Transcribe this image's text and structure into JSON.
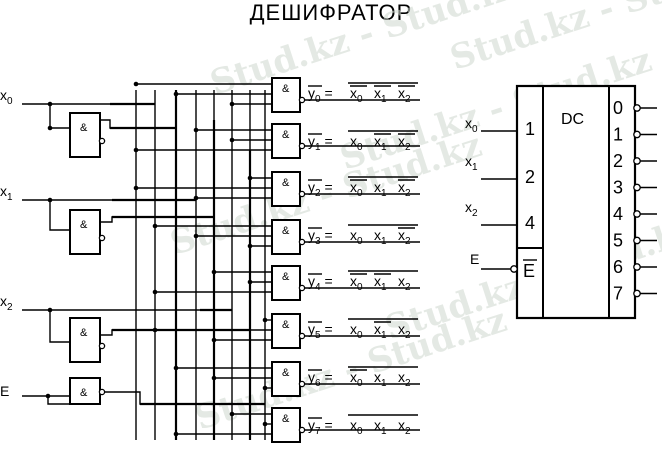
{
  "title": "ДЕШИФРАТОР",
  "watermark": "Stud.kz - Stud.kz",
  "inputs": [
    {
      "var": "x",
      "sub": "0"
    },
    {
      "var": "x",
      "sub": "1"
    },
    {
      "var": "x",
      "sub": "2"
    },
    {
      "var": "E",
      "sub": ""
    }
  ],
  "gate_symbol": "&",
  "outputs": [
    {
      "y": "y",
      "idx": "0",
      "terms": [
        {
          "v": "x",
          "s": "0",
          "bar": true
        },
        {
          "v": "x",
          "s": "1",
          "bar": true
        },
        {
          "v": "x",
          "s": "2",
          "bar": true
        }
      ]
    },
    {
      "y": "y",
      "idx": "1",
      "terms": [
        {
          "v": "x",
          "s": "0",
          "bar": false
        },
        {
          "v": "x",
          "s": "1",
          "bar": true
        },
        {
          "v": "x",
          "s": "2",
          "bar": true
        }
      ]
    },
    {
      "y": "y",
      "idx": "2",
      "terms": [
        {
          "v": "x",
          "s": "0",
          "bar": true
        },
        {
          "v": "x",
          "s": "1",
          "bar": false
        },
        {
          "v": "x",
          "s": "2",
          "bar": true
        }
      ]
    },
    {
      "y": "y",
      "idx": "3",
      "terms": [
        {
          "v": "x",
          "s": "0",
          "bar": false
        },
        {
          "v": "x",
          "s": "1",
          "bar": false
        },
        {
          "v": "x",
          "s": "2",
          "bar": true
        }
      ]
    },
    {
      "y": "y",
      "idx": "4",
      "terms": [
        {
          "v": "x",
          "s": "0",
          "bar": true
        },
        {
          "v": "x",
          "s": "1",
          "bar": true
        },
        {
          "v": "x",
          "s": "2",
          "bar": false
        }
      ]
    },
    {
      "y": "y",
      "idx": "5",
      "terms": [
        {
          "v": "x",
          "s": "0",
          "bar": false
        },
        {
          "v": "x",
          "s": "1",
          "bar": true
        },
        {
          "v": "x",
          "s": "2",
          "bar": false
        }
      ]
    },
    {
      "y": "y",
      "idx": "6",
      "terms": [
        {
          "v": "x",
          "s": "0",
          "bar": true
        },
        {
          "v": "x",
          "s": "1",
          "bar": false
        },
        {
          "v": "x",
          "s": "2",
          "bar": false
        }
      ]
    },
    {
      "y": "y",
      "idx": "7",
      "terms": [
        {
          "v": "x",
          "s": "0",
          "bar": false
        },
        {
          "v": "x",
          "s": "1",
          "bar": false
        },
        {
          "v": "x",
          "s": "2",
          "bar": false
        }
      ]
    }
  ],
  "block": {
    "label": "DC",
    "input_weights": [
      "1",
      "2",
      "4"
    ],
    "enable": "E",
    "inputs": [
      {
        "var": "x",
        "sub": "0"
      },
      {
        "var": "x",
        "sub": "1"
      },
      {
        "var": "x",
        "sub": "2"
      },
      {
        "var": "E",
        "sub": ""
      }
    ],
    "output_pins": [
      "0",
      "1",
      "2",
      "3",
      "4",
      "5",
      "6",
      "7"
    ]
  }
}
